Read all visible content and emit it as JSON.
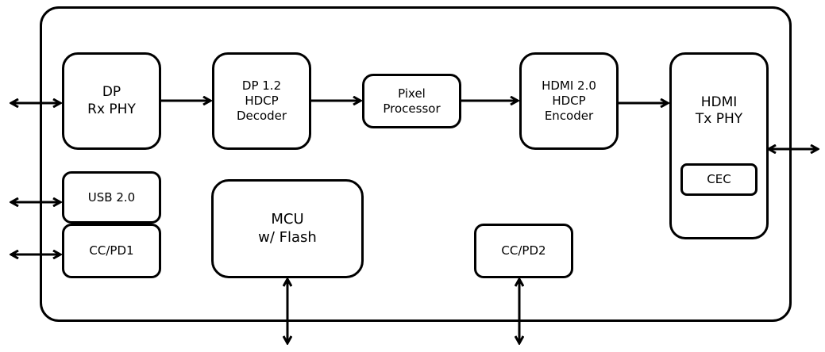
{
  "diagram": {
    "title": "DP to HDMI converter block diagram",
    "blocks": {
      "dp_rx_phy": "DP\nRx PHY",
      "dp_decoder": "DP 1.2\nHDCP\nDecoder",
      "pixel_processor": "Pixel\nProcessor",
      "hdmi_encoder": "HDMI 2.0\nHDCP\nEncoder",
      "hdmi_tx_phy": "HDMI\nTx PHY",
      "cec": "CEC",
      "usb": "USB 2.0",
      "ccpd1": "CC/PD1",
      "mcu": "MCU\nw/ Flash",
      "ccpd2": "CC/PD2"
    },
    "connections": [
      {
        "from": "external",
        "to": "dp_rx_phy",
        "type": "bidirectional"
      },
      {
        "from": "dp_rx_phy",
        "to": "dp_decoder",
        "type": "directed"
      },
      {
        "from": "dp_decoder",
        "to": "pixel_processor",
        "type": "directed"
      },
      {
        "from": "pixel_processor",
        "to": "hdmi_encoder",
        "type": "directed"
      },
      {
        "from": "hdmi_encoder",
        "to": "hdmi_tx_phy",
        "type": "directed"
      },
      {
        "from": "hdmi_tx_phy",
        "to": "external",
        "type": "bidirectional"
      },
      {
        "from": "external",
        "to": "usb",
        "type": "bidirectional"
      },
      {
        "from": "external",
        "to": "ccpd1",
        "type": "bidirectional"
      },
      {
        "from": "mcu",
        "to": "external",
        "type": "bidirectional"
      },
      {
        "from": "ccpd2",
        "to": "external",
        "type": "bidirectional"
      }
    ]
  }
}
